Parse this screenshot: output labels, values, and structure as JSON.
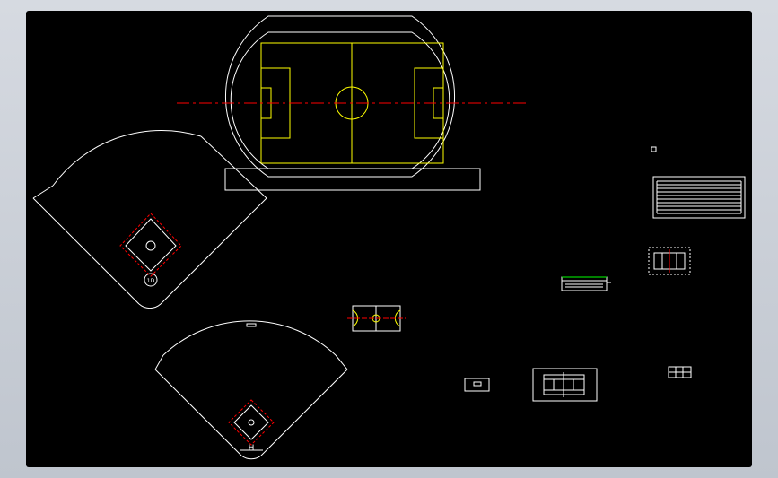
{
  "colors": {
    "background": "#000000",
    "frame": "#c9ced6",
    "line": "#ffffff",
    "field": "#ffff00",
    "centerline": "#ff0000",
    "accent_green": "#00ff00",
    "basepath": "#ff0000"
  },
  "drawings": [
    "stadium-track",
    "baseball-diamond-large",
    "baseball-diamond-small",
    "basketball-court",
    "tennis-court",
    "volleyball-court",
    "grandstand",
    "bench",
    "small-court",
    "grid-block"
  ],
  "labels": {
    "home_mark_1": "1D",
    "home_mark_2": "H"
  }
}
